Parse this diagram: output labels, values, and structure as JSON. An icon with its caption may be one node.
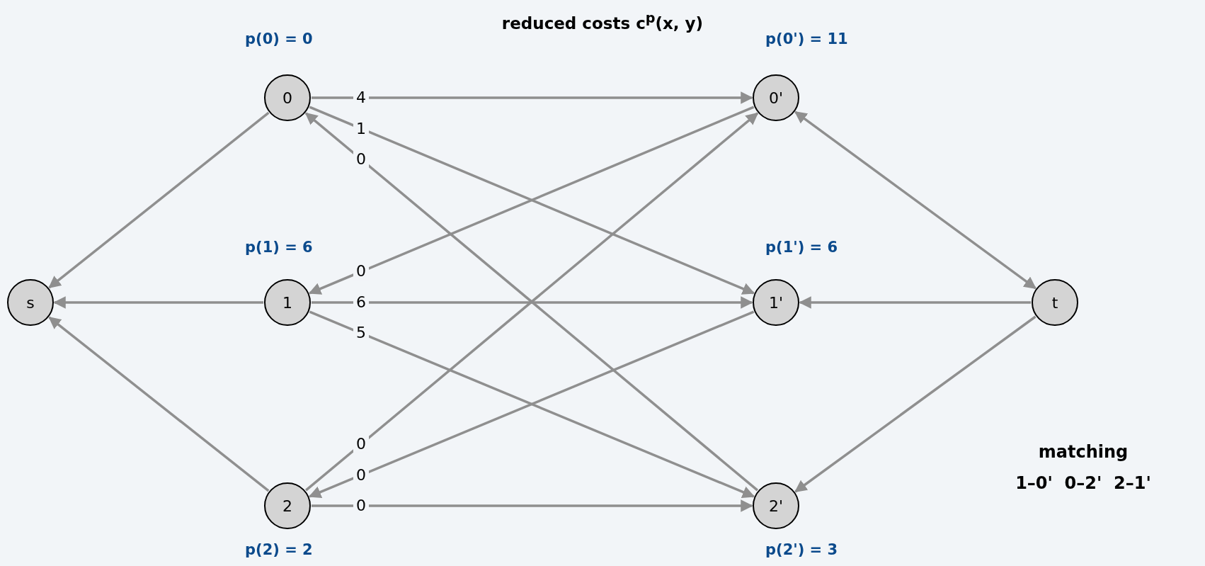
{
  "diagram": {
    "title": "reduced costs c$^{p}$(x, y)",
    "nodes": [
      {
        "text": [
          "s"
        ]
      },
      {
        "text": [
          "0"
        ],
        "beside": [
          "p(0) = 0"
        ]
      },
      {
        "text": [
          "1"
        ],
        "beside": [
          "p(1) = 6"
        ]
      },
      {
        "text": [
          "2"
        ],
        "beside": [
          "p(2) = 2"
        ]
      },
      {
        "text": [
          "0'"
        ],
        "beside": [
          "p(0') = 11"
        ]
      },
      {
        "text": [
          "1'"
        ],
        "beside": [
          "p(1') = 6"
        ]
      },
      {
        "text": [
          "2'"
        ],
        "beside": [
          "p(2') = 3"
        ]
      },
      {
        "text": [
          "t"
        ]
      }
    ],
    "edges": [
      {
        "from": 1,
        "to": 0,
        "arrow": "to"
      },
      {
        "from": 2,
        "to": 0,
        "arrow": "to"
      },
      {
        "from": 3,
        "to": 0,
        "arrow": "to"
      },
      {
        "from": 1,
        "to": 4,
        "arrow": "to",
        "label": "4"
      },
      {
        "from": 1,
        "to": 5,
        "arrow": "to",
        "label": "1"
      },
      {
        "from": 6,
        "to": 1,
        "arrow": "to",
        "label": "0"
      },
      {
        "from": 4,
        "to": 2,
        "arrow": "to",
        "label": "0"
      },
      {
        "from": 2,
        "to": 5,
        "arrow": "to",
        "label": "6"
      },
      {
        "from": 2,
        "to": 6,
        "arrow": "to",
        "label": "5"
      },
      {
        "from": 3,
        "to": 4,
        "arrow": "to",
        "label": "0"
      },
      {
        "from": 5,
        "to": 3,
        "arrow": "to",
        "label": "0"
      },
      {
        "from": 3,
        "to": 6,
        "arrow": "to",
        "label": "0"
      },
      {
        "from": 7,
        "to": 4,
        "arrow": "both"
      },
      {
        "from": 7,
        "to": 5,
        "arrow": "to"
      },
      {
        "from": 7,
        "to": 6,
        "arrow": "to"
      }
    ],
    "labels": [
      "matching",
      "1–0'  0–2'  2–1'"
    ]
  }
}
